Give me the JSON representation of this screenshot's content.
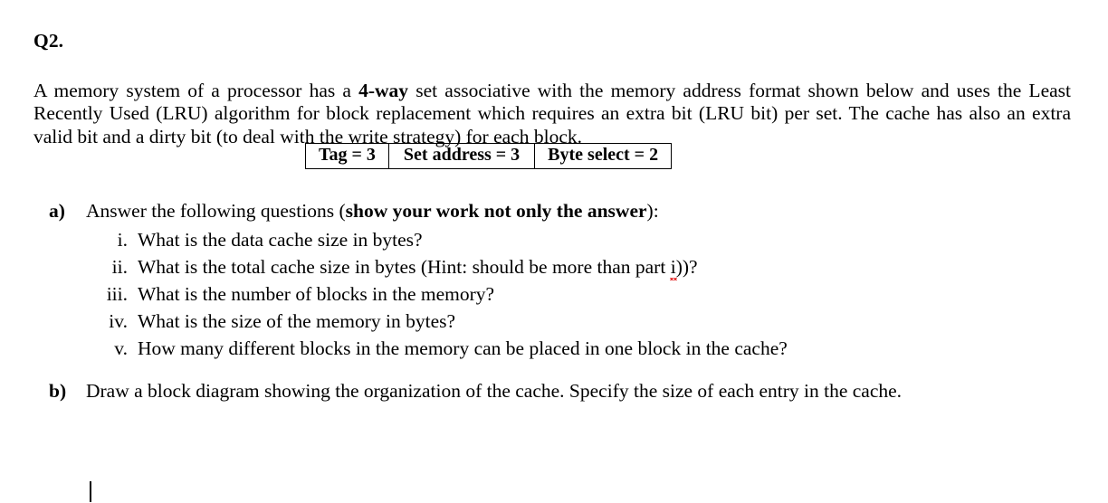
{
  "document": {
    "question_label": "Q2.",
    "intro_parts": [
      {
        "text": "A memory system of a processor has a ",
        "bold": false
      },
      {
        "text": "4-way",
        "bold": true
      },
      {
        "text": " set associative with the memory address format shown below and uses the Least Recently Used (LRU) algorithm for block replacement which requires an extra bit (LRU bit) per set. The cache has also an extra valid bit and a dirty bit (to deal with the write strategy) for each block.",
        "bold": false
      }
    ],
    "address_format_table": {
      "cells": [
        "Tag = 3",
        "Set address = 3",
        "Byte select = 2"
      ],
      "fields": [
        {
          "name": "Tag",
          "bits": 3
        },
        {
          "name": "Set address",
          "bits": 3
        },
        {
          "name": "Byte select",
          "bits": 2
        }
      ]
    },
    "parts": [
      {
        "marker": "a)",
        "lead_plain_1": "Answer the following questions (",
        "lead_bold": "show your work not only the answer",
        "lead_plain_2": "):",
        "items": [
          {
            "numeral": "i.",
            "text": "What is the data cache size in bytes?"
          },
          {
            "numeral": "ii.",
            "text_before": "What is the total cache size in bytes (Hint: should be more than part ",
            "misspelled": "i",
            "text_after": "))?"
          },
          {
            "numeral": "iii.",
            "text": "What is the number of blocks in the memory?"
          },
          {
            "numeral": "iv.",
            "text": "What is the size of the memory in bytes?"
          },
          {
            "numeral": "v.",
            "text": "How many different blocks in the memory can be placed in one block in the cache?"
          }
        ]
      },
      {
        "marker": "b)",
        "text": "Draw a block diagram showing the organization of the cache. Specify the size of each entry in the cache."
      }
    ],
    "caret": {
      "visible": true
    }
  }
}
